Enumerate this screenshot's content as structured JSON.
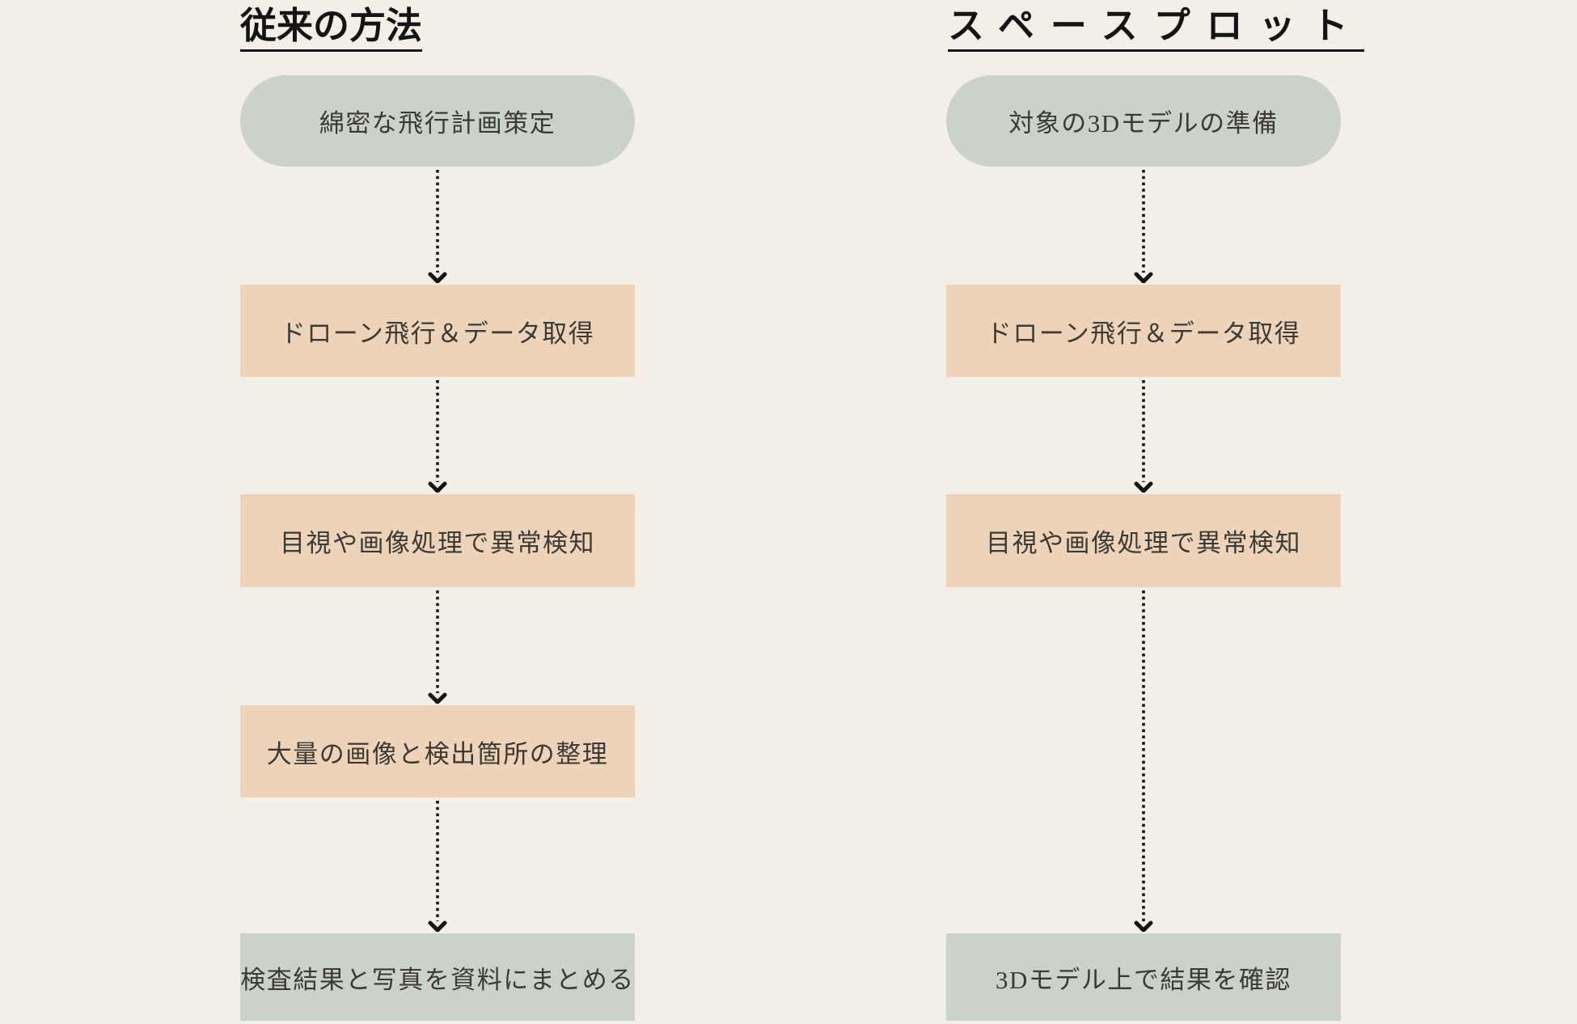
{
  "diagram": {
    "background_color": "#f3efe7",
    "connector": {
      "style": "dotted",
      "direction": "down",
      "color": "#141414"
    },
    "colors": {
      "green": "#cbd2c8",
      "peach": "#ecd3b9",
      "text": "#3d3a34",
      "title": "#141414"
    },
    "columns": [
      {
        "id": "traditional",
        "title": "従来の方法",
        "steps": [
          {
            "label": "綿密な飛行計画策定",
            "shape": "pill",
            "color": "green"
          },
          {
            "label": "ドローン飛行＆データ取得",
            "shape": "rect",
            "color": "peach"
          },
          {
            "label": "目視や画像処理で異常検知",
            "shape": "rect",
            "color": "peach"
          },
          {
            "label": "大量の画像と検出箇所の整理",
            "shape": "rect",
            "color": "peach"
          },
          {
            "label": "検査結果と写真を資料にまとめる",
            "shape": "rect",
            "color": "green"
          }
        ]
      },
      {
        "id": "spaceplot",
        "title": "スペースプロット",
        "steps": [
          {
            "label": "対象の3Dモデルの準備",
            "shape": "pill",
            "color": "green"
          },
          {
            "label": "ドローン飛行＆データ取得",
            "shape": "rect",
            "color": "peach"
          },
          {
            "label": "目視や画像処理で異常検知",
            "shape": "rect",
            "color": "peach"
          },
          {
            "label": "3Dモデル上で結果を確認",
            "shape": "rect",
            "color": "green"
          }
        ]
      }
    ]
  }
}
